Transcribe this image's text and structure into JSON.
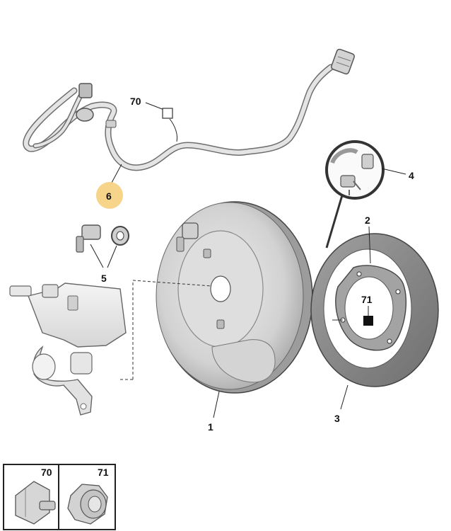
{
  "callouts": {
    "c1": "1",
    "c2": "2",
    "c3": "3",
    "c4": "4",
    "c5": "5",
    "c6": "6",
    "c70": "70",
    "c71": "71"
  },
  "legend": {
    "box70": "70",
    "box71": "71"
  },
  "colors": {
    "highlight": "#f6d48a",
    "part_fill": "#d9d9d9",
    "part_dark": "#8c8c8c",
    "outline": "#5a5a5a"
  }
}
